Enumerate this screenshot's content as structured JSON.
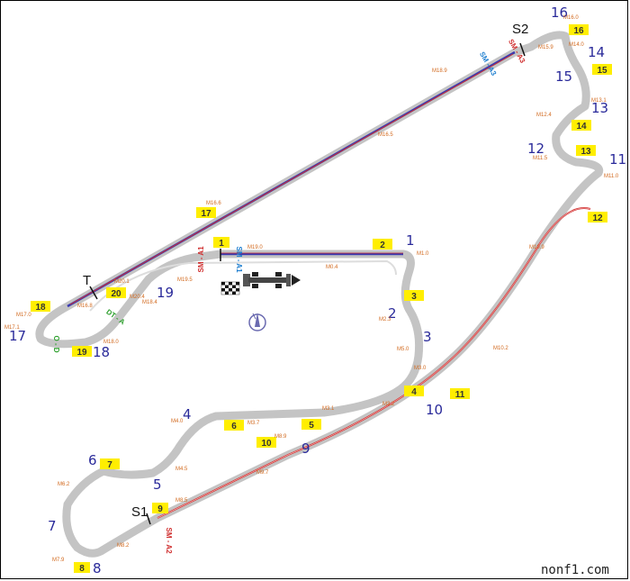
{
  "watermark": "nonf1.com",
  "sector_labels": [
    "S1",
    "S2",
    "T"
  ],
  "turn_numbers": [
    "1",
    "2",
    "3",
    "4",
    "5",
    "6",
    "7",
    "8",
    "9",
    "10",
    "11",
    "12",
    "13",
    "14",
    "15",
    "16",
    "17",
    "18",
    "19"
  ],
  "corner_boxes": [
    "1",
    "2",
    "3",
    "4",
    "5",
    "6",
    "7",
    "8",
    "9",
    "10",
    "11",
    "12",
    "13",
    "14",
    "15",
    "16",
    "17",
    "18",
    "19",
    "20"
  ],
  "marker_labels": [
    "M1.0",
    "M2.3",
    "M3.0",
    "M3.1",
    "M3.2",
    "M3.7",
    "M4.0",
    "M4.5",
    "M5.0",
    "M6.2",
    "M7.9",
    "M8.2",
    "M8.5",
    "M8.9",
    "M9.7",
    "M10.2",
    "M10.9",
    "M11.0",
    "M11.5",
    "M12.4",
    "M13.1",
    "M14.0",
    "M15.9",
    "M16.0",
    "M16.5",
    "M16.6",
    "M16.8",
    "M17.0",
    "M17.1",
    "M18.0",
    "M18.4",
    "M18.9",
    "M19.0",
    "M19.5",
    "M20.1",
    "M20.4",
    "M0.4"
  ],
  "detection_labels": [
    "SM - A1",
    "SM - A1",
    "SM - A2",
    "SM - A3",
    "SM - A3",
    "DT - A",
    "O - D"
  ],
  "colors": {
    "track": "#c4c4c4",
    "straight_line": "#3a3ab0",
    "drs_red": "#d03030",
    "corner_box": "#ffee00",
    "turn_number": "#2a2a9a",
    "marker": "#d2691e",
    "drs_detection_blue": "#1f7fd0",
    "drs_detection_red": "#d03030",
    "pit_green": "#2ea02e"
  },
  "icons": [
    "chequered-flag-icon",
    "f1-car-icon",
    "compass-icon"
  ]
}
